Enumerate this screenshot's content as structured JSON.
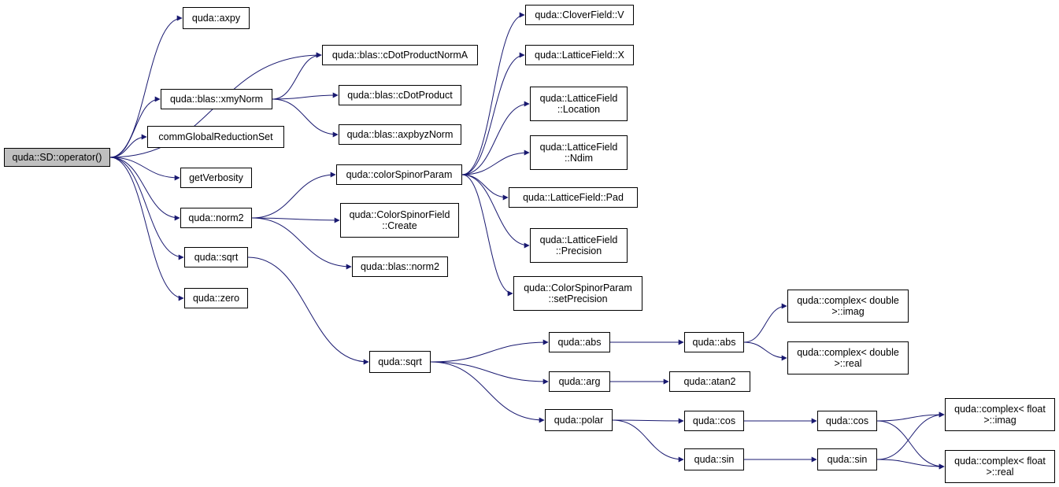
{
  "nodes": {
    "root": {
      "lines": [
        "quda::SD::operator()"
      ]
    },
    "axpy": {
      "lines": [
        "quda::axpy"
      ]
    },
    "cdotnorm": {
      "lines": [
        "quda::blas::cDotProductNormA"
      ]
    },
    "xmynorm": {
      "lines": [
        "quda::blas::xmyNorm"
      ]
    },
    "cdot": {
      "lines": [
        "quda::blas::cDotProduct"
      ]
    },
    "axpbyz": {
      "lines": [
        "quda::blas::axpbyzNorm"
      ]
    },
    "commglobal": {
      "lines": [
        "commGlobalReductionSet"
      ]
    },
    "getverb": {
      "lines": [
        "getVerbosity"
      ]
    },
    "norm2": {
      "lines": [
        "quda::norm2"
      ]
    },
    "sqrt1": {
      "lines": [
        "quda::sqrt"
      ]
    },
    "zero": {
      "lines": [
        "quda::zero"
      ]
    },
    "csparam": {
      "lines": [
        "quda::colorSpinorParam"
      ]
    },
    "csfcreate": {
      "lines": [
        "quda::ColorSpinorField",
        "::Create"
      ]
    },
    "blasnorm2": {
      "lines": [
        "quda::blas::norm2"
      ]
    },
    "cloverv": {
      "lines": [
        "quda::CloverField::V"
      ]
    },
    "latx": {
      "lines": [
        "quda::LatticeField::X"
      ]
    },
    "latloc": {
      "lines": [
        "quda::LatticeField",
        "::Location"
      ]
    },
    "latndim": {
      "lines": [
        "quda::LatticeField",
        "::Ndim"
      ]
    },
    "latpad": {
      "lines": [
        "quda::LatticeField::Pad"
      ]
    },
    "latprec": {
      "lines": [
        "quda::LatticeField",
        "::Precision"
      ]
    },
    "setprec": {
      "lines": [
        "quda::ColorSpinorParam",
        "::setPrecision"
      ]
    },
    "sqrt2": {
      "lines": [
        "quda::sqrt"
      ]
    },
    "abs1": {
      "lines": [
        "quda::abs"
      ]
    },
    "arg": {
      "lines": [
        "quda::arg"
      ]
    },
    "polar": {
      "lines": [
        "quda::polar"
      ]
    },
    "abs2": {
      "lines": [
        "quda::abs"
      ]
    },
    "atan2": {
      "lines": [
        "quda::atan2"
      ]
    },
    "cos1": {
      "lines": [
        "quda::cos"
      ]
    },
    "sin1": {
      "lines": [
        "quda::sin"
      ]
    },
    "cdimag": {
      "lines": [
        "quda::complex< double",
        ">::imag"
      ]
    },
    "cdreal": {
      "lines": [
        "quda::complex< double",
        ">::real"
      ]
    },
    "cos2": {
      "lines": [
        "quda::cos"
      ]
    },
    "sin2": {
      "lines": [
        "quda::sin"
      ]
    },
    "cfimag": {
      "lines": [
        "quda::complex< float",
        ">::imag"
      ]
    },
    "cfreal": {
      "lines": [
        "quda::complex< float",
        ">::real"
      ]
    }
  },
  "edges": [
    [
      "root",
      "axpy"
    ],
    [
      "root",
      "cdotnorm"
    ],
    [
      "root",
      "xmynorm"
    ],
    [
      "root",
      "commglobal"
    ],
    [
      "root",
      "getverb"
    ],
    [
      "root",
      "norm2"
    ],
    [
      "root",
      "sqrt1"
    ],
    [
      "root",
      "zero"
    ],
    [
      "xmynorm",
      "cdotnorm"
    ],
    [
      "xmynorm",
      "cdot"
    ],
    [
      "xmynorm",
      "axpbyz"
    ],
    [
      "norm2",
      "csparam"
    ],
    [
      "norm2",
      "csfcreate"
    ],
    [
      "norm2",
      "blasnorm2"
    ],
    [
      "csparam",
      "cloverv"
    ],
    [
      "csparam",
      "latx"
    ],
    [
      "csparam",
      "latloc"
    ],
    [
      "csparam",
      "latndim"
    ],
    [
      "csparam",
      "latpad"
    ],
    [
      "csparam",
      "latprec"
    ],
    [
      "csparam",
      "setprec"
    ],
    [
      "sqrt1",
      "sqrt2"
    ],
    [
      "sqrt2",
      "abs1"
    ],
    [
      "sqrt2",
      "arg"
    ],
    [
      "sqrt2",
      "polar"
    ],
    [
      "abs1",
      "abs2"
    ],
    [
      "abs2",
      "cdimag"
    ],
    [
      "abs2",
      "cdreal"
    ],
    [
      "arg",
      "atan2"
    ],
    [
      "polar",
      "cos1"
    ],
    [
      "polar",
      "sin1"
    ],
    [
      "cos1",
      "cos2"
    ],
    [
      "sin1",
      "sin2"
    ],
    [
      "cos2",
      "cfimag"
    ],
    [
      "cos2",
      "cfreal"
    ],
    [
      "sin2",
      "cfimag"
    ],
    [
      "sin2",
      "cfreal"
    ]
  ],
  "colors": {
    "edge": "#191970",
    "node_border": "#000000",
    "root_fill": "#bfbfbf"
  }
}
